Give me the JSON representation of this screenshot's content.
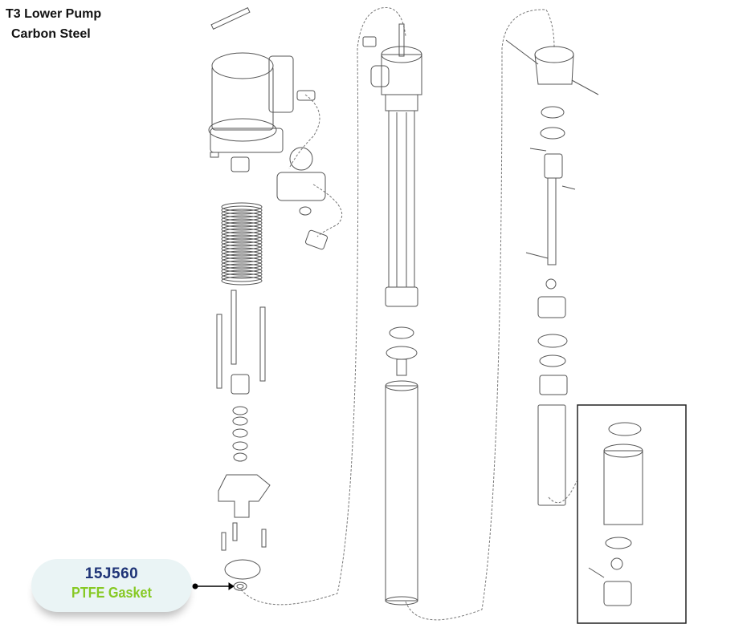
{
  "title": {
    "line1": "T3 Lower Pump",
    "line2": "Carbon Steel"
  },
  "callout": {
    "part_number": "15J560",
    "part_name": "PTFE Gasket"
  },
  "colors": {
    "part_number": "#1f3477",
    "part_name": "#86c923",
    "callout_bg": "#eaf4f5"
  }
}
